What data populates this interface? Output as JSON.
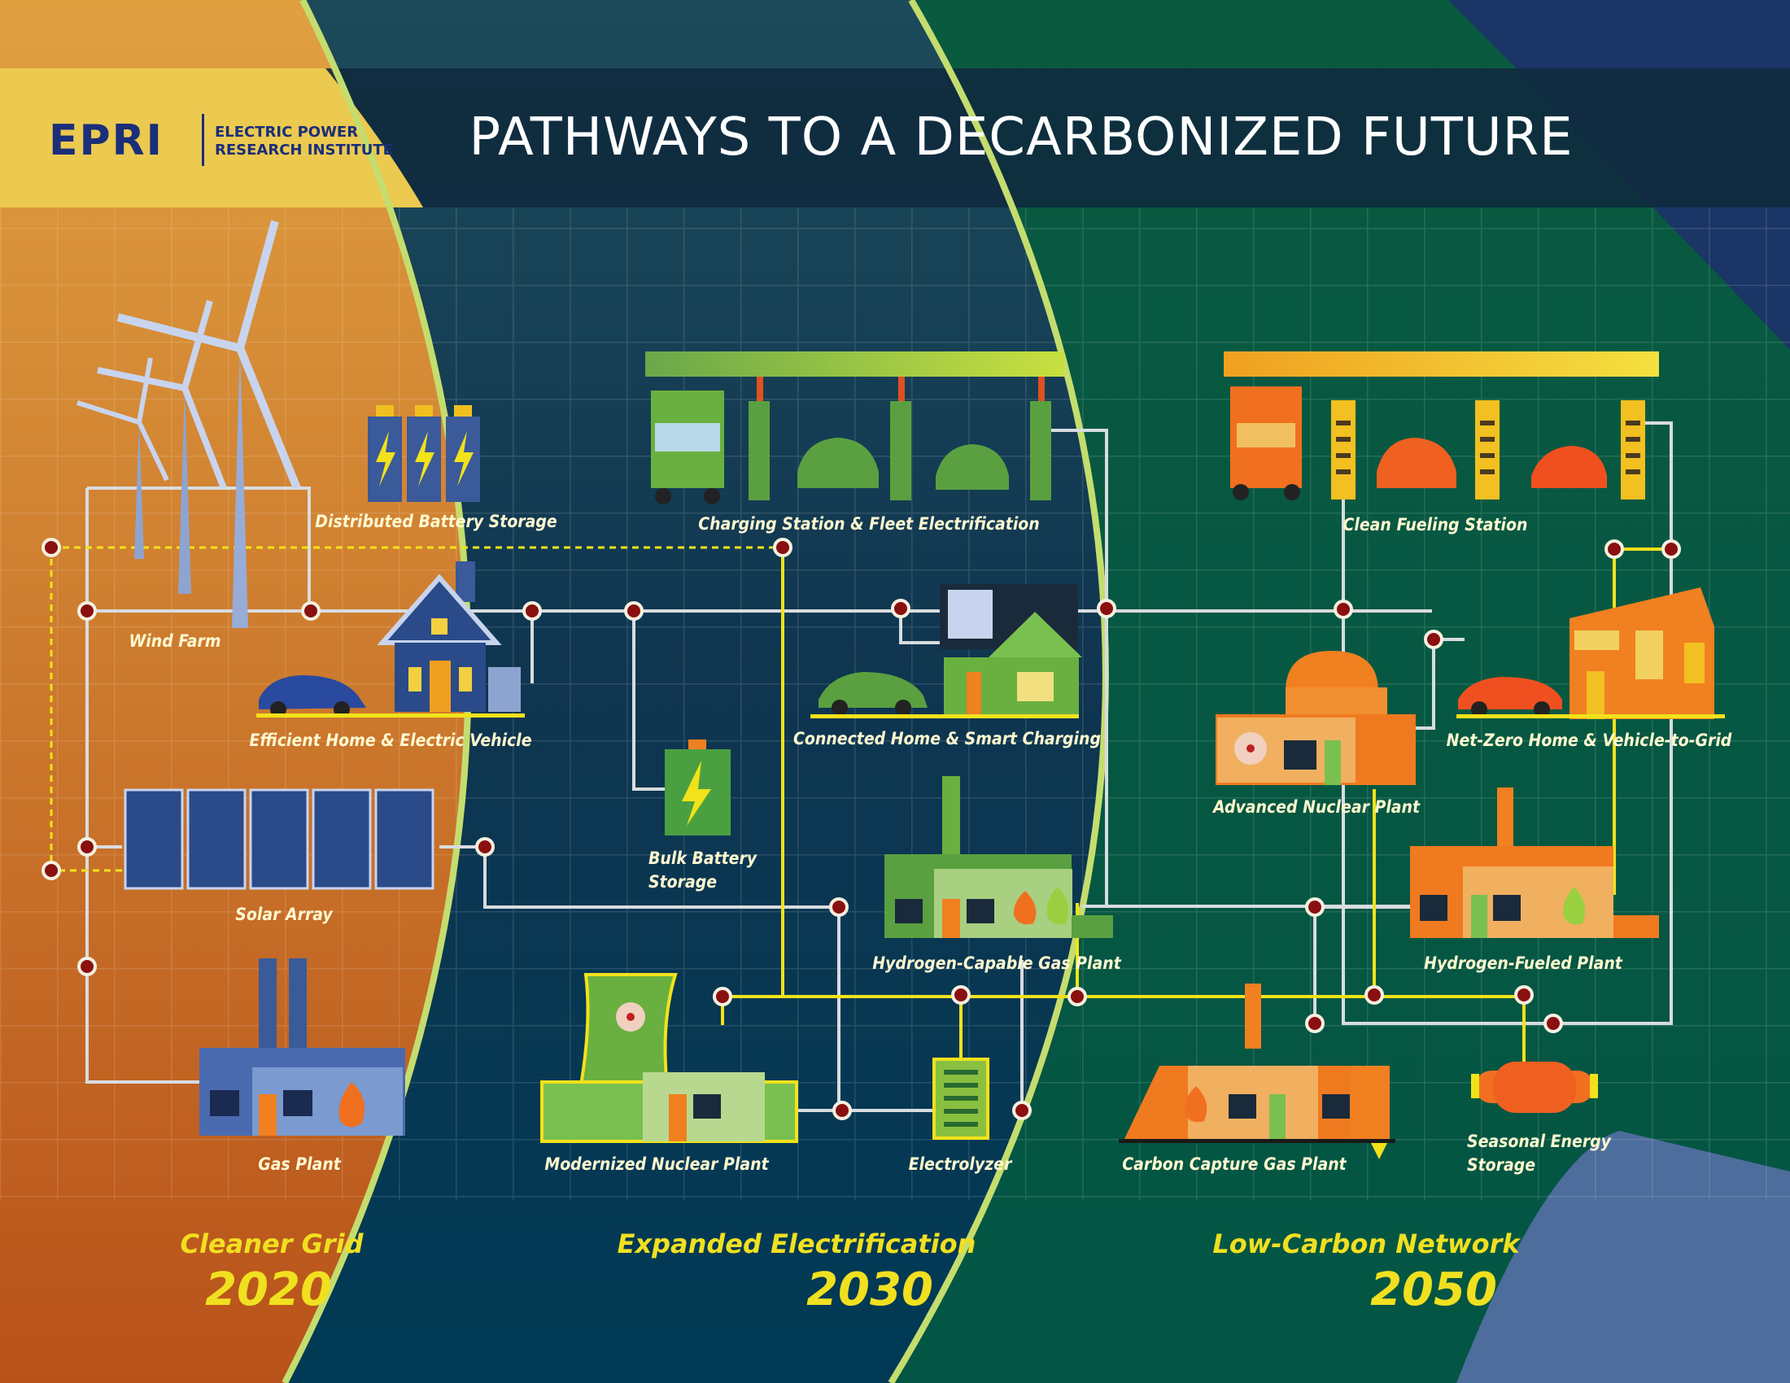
{
  "header": {
    "title": "PATHWAYS TO A DECARBONIZED FUTURE",
    "logo_text": "EPRI",
    "logo_line1": "ELECTRIC POWER",
    "logo_line2": "RESEARCH INSTITUTE"
  },
  "colors": {
    "era_2020": "#c8661e",
    "era_2030": "#0e3a52",
    "era_2050": "#04563f",
    "accent_yellow": "#f2e21a",
    "divider": "#c4dd6e",
    "node": "#8a1010"
  },
  "labels": {
    "distributed_battery": "Distributed Battery Storage",
    "wind_farm": "Wind Farm",
    "efficient_home": "Efficient Home & Electric Vehicle",
    "solar_array": "Solar Array",
    "gas_plant": "Gas Plant",
    "charging_station": "Charging Station & Fleet Electrification",
    "connected_home": "Connected Home & Smart Charging",
    "bulk_battery_1": "Bulk Battery",
    "bulk_battery_2": "Storage",
    "hydrogen_capable": "Hydrogen-Capable Gas Plant",
    "modernized_nuclear": "Modernized Nuclear Plant",
    "electrolyzer": "Electrolyzer",
    "clean_fueling": "Clean Fueling Station",
    "net_zero_home": "Net-Zero Home & Vehicle-to-Grid",
    "advanced_nuclear": "Advanced Nuclear Plant",
    "hydrogen_fueled": "Hydrogen-Fueled Plant",
    "carbon_capture": "Carbon Capture Gas Plant",
    "seasonal_storage_1": "Seasonal Energy",
    "seasonal_storage_2": "Storage"
  },
  "eras": [
    {
      "name": "Cleaner Grid",
      "year": "2020"
    },
    {
      "name": "Expanded Electrification",
      "year": "2030"
    },
    {
      "name": "Low-Carbon Network",
      "year": "2050"
    }
  ]
}
